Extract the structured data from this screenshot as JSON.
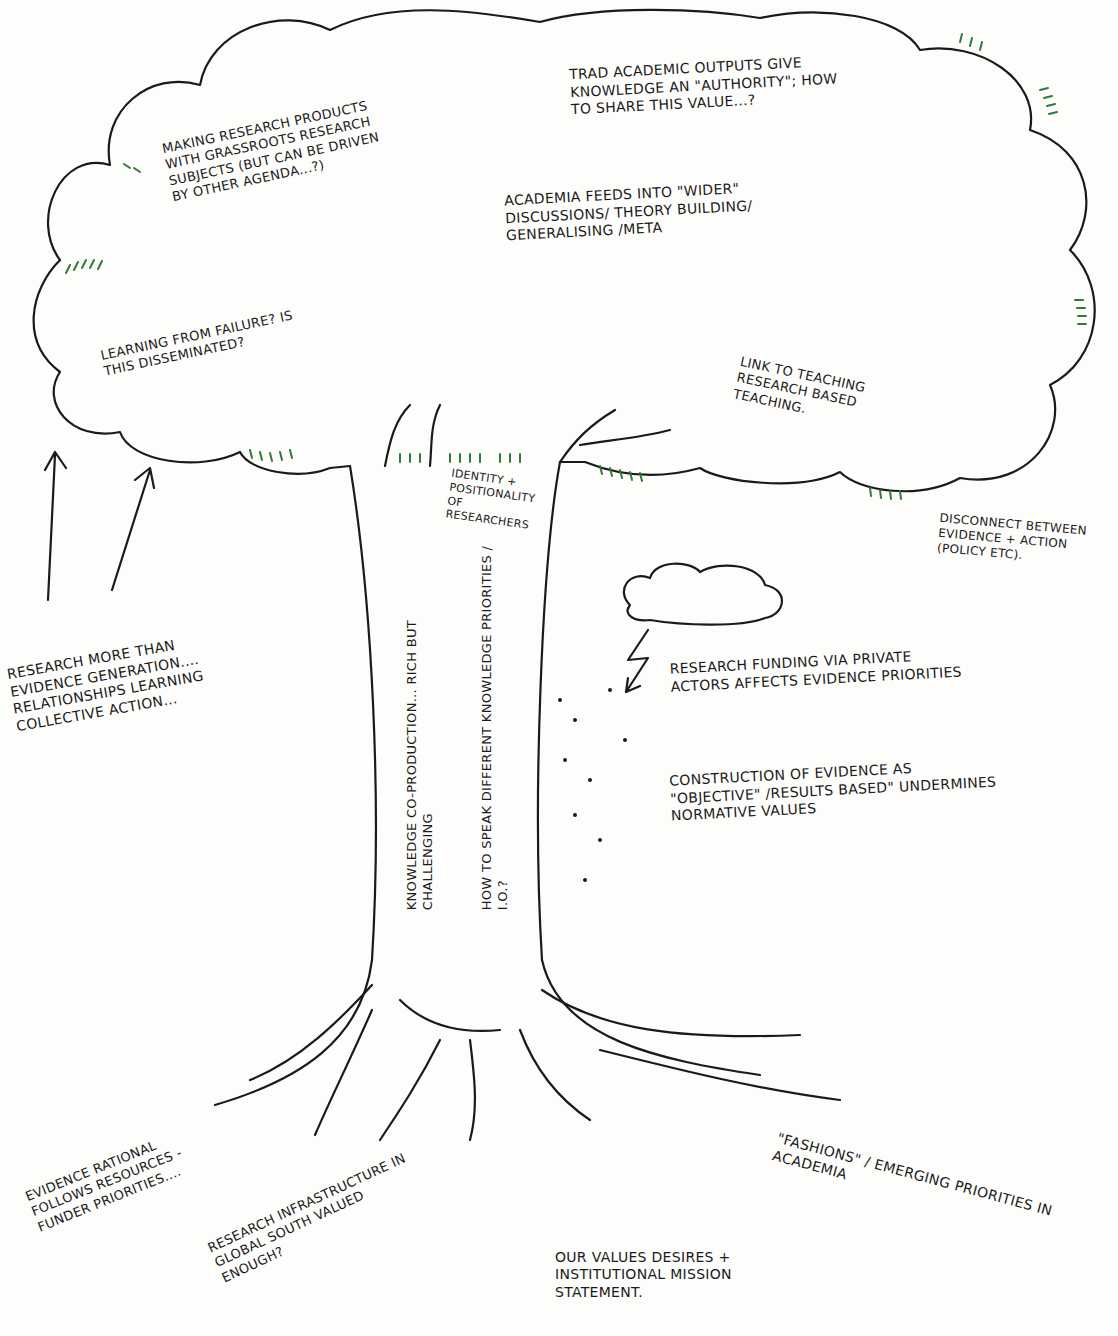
{
  "diagram": {
    "labels": [
      "TRAD ACADEMIC OUTPUTS GIVE KNOWLEDGE AN \"AUTHORITY\"; HOW TO SHARE THIS VALUE...?",
      "MAKING RESEARCH PRODUCTS WITH GRASSROOTS RESEARCH SUBJECTS (BUT CAN BE DRIVEN BY OTHER AGENDA...?)",
      "ACADEMIA FEEDS INTO \"WIDER\" DISCUSSIONS/ THEORY BUILDING/ GENERALISING /META",
      "LEARNING FROM FAILURE? IS THIS DISSEMINATED?",
      "LINK TO TEACHING RESEARCH BASED TEACHING.",
      "IDENTITY + POSITIONALITY OF RESEARCHERS",
      "DISCONNECT BETWEEN EVIDENCE + ACTION (POLICY ETC).",
      "RESEARCH MORE THAN EVIDENCE GENERATION.... RELATIONSHIPS LEARNING COLLECTIVE ACTION...",
      "RESEARCH FUNDING VIA PRIVATE ACTORS AFFECTS EVIDENCE PRIORITIES",
      "CONSTRUCTION OF EVIDENCE AS \"OBJECTIVE\" /RESULTS BASED\" UNDERMINES NORMATIVE VALUES",
      "KNOWLEDGE CO-PRODUCTION... RICH BUT CHALLENGING",
      "HOW TO SPEAK DIFFERENT KNOWLEDGE PRIORITIES / I.O.?",
      "EVIDENCE RATIONAL FOLLOWS RESOURCES - FUNDER PRIORITIES....",
      "RESEARCH INFRASTRUCTURE IN GLOBAL SOUTH VALUED ENOUGH?",
      "OUR VALUES DESIRES + INSTITUTIONAL MISSION STATEMENT.",
      "\"FASHIONS\" / EMERGING PRIORITIES IN ACADEMIA"
    ]
  }
}
